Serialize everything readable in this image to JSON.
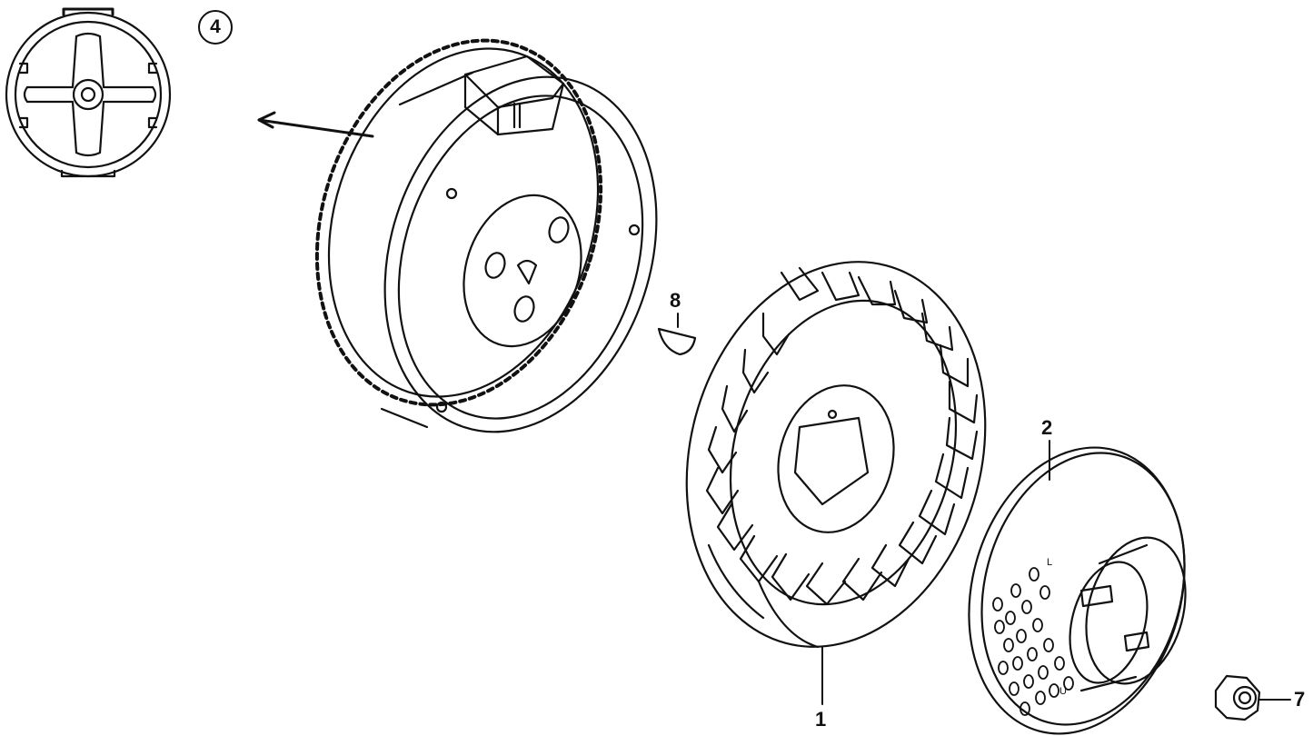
{
  "diagram": {
    "callouts": {
      "flywheel_circled": "4",
      "key": "8",
      "fan": "1",
      "pulley": "2",
      "nut": "7"
    },
    "pulley_marks": [
      "L",
      "U"
    ],
    "stroke_color": "#111111",
    "background": "#ffffff"
  }
}
